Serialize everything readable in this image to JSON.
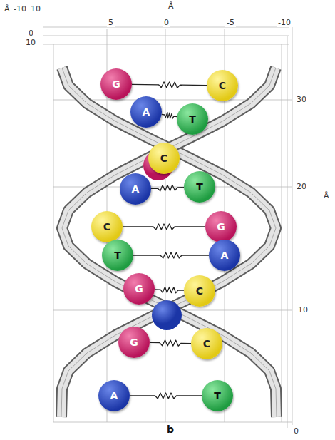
{
  "diagram": {
    "nodes": [
      {
        "text": [
          "G"
        ]
      },
      {
        "text": [
          "C"
        ]
      },
      {
        "text": [
          "A"
        ]
      },
      {
        "text": [
          "T"
        ]
      },
      {
        "text": [
          "C"
        ]
      },
      {
        "text": [
          "A"
        ]
      },
      {
        "text": [
          "T"
        ]
      },
      {
        "text": [
          "C"
        ]
      },
      {
        "text": [
          "G"
        ]
      },
      {
        "text": [
          "T"
        ]
      },
      {
        "text": [
          "A"
        ]
      },
      {
        "text": [
          "G"
        ]
      },
      {
        "text": [
          "C"
        ]
      },
      {
        "text": [
          "G"
        ]
      },
      {
        "text": [
          "C"
        ]
      },
      {
        "text": [
          "A"
        ]
      },
      {
        "text": [
          "T"
        ]
      }
    ],
    "edges": [
      {
        "from": 0,
        "to": 1,
        "arrow": "none"
      },
      {
        "from": 2,
        "to": 3,
        "arrow": "none"
      },
      {
        "from": 5,
        "to": 6,
        "arrow": "none"
      },
      {
        "from": 7,
        "to": 8,
        "arrow": "none"
      },
      {
        "from": 9,
        "to": 10,
        "arrow": "none"
      },
      {
        "from": 11,
        "to": 12,
        "arrow": "none"
      },
      {
        "from": 13,
        "to": 14,
        "arrow": "none"
      },
      {
        "from": 15,
        "to": 16,
        "arrow": "none"
      }
    ],
    "labels": [
      "Å",
      "Å",
      "-10",
      "10",
      "5",
      "0",
      "-5",
      "-10",
      "0",
      "10",
      "30",
      "20",
      "Å",
      "10",
      "0",
      "b"
    ]
  }
}
